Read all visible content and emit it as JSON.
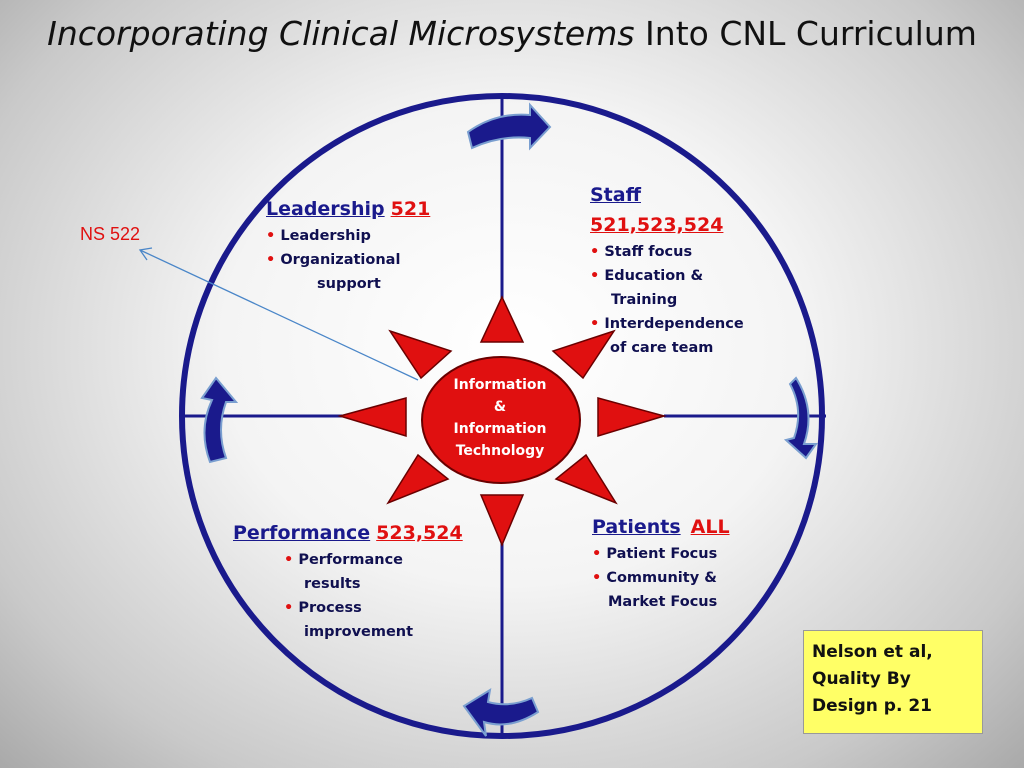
{
  "title": {
    "italic": "Incorporating Clinical Microsystems",
    "rest": " Into CNL Curriculum"
  },
  "center": {
    "lines": [
      "Information",
      "&",
      "Information",
      "Technology"
    ]
  },
  "leadership": {
    "heading": "Leadership",
    "code": "521",
    "bullets": [
      {
        "line1": "Leadership",
        "line2": ""
      },
      {
        "line1": "Organizational",
        "line2": "support"
      }
    ]
  },
  "staff": {
    "heading": "Staff",
    "code": "521,523,524",
    "bullets": [
      {
        "line1": "Staff focus",
        "line2": ""
      },
      {
        "line1": "Education &",
        "line2": "Training"
      },
      {
        "line1": "Interdependence",
        "line2": "of care team"
      }
    ]
  },
  "performance": {
    "heading": "Performance",
    "code": "523,524",
    "bullets": [
      {
        "line1": "Performance",
        "line2": "results"
      },
      {
        "line1": "Process",
        "line2": "improvement"
      }
    ]
  },
  "patients": {
    "heading": "Patients",
    "code": "ALL",
    "bullets": [
      {
        "line1": "Patient Focus",
        "line2": ""
      },
      {
        "line1": "Community &",
        "line2": "Market Focus"
      }
    ]
  },
  "ns_label": "NS 522",
  "citation": {
    "lines": [
      "Nelson et al,",
      "Quality By",
      "Design p. 21"
    ]
  },
  "colors": {
    "navy": "#1a1a8c",
    "red": "#e01010",
    "note_bg": "#ffff66",
    "connector": "#4a86c8"
  }
}
